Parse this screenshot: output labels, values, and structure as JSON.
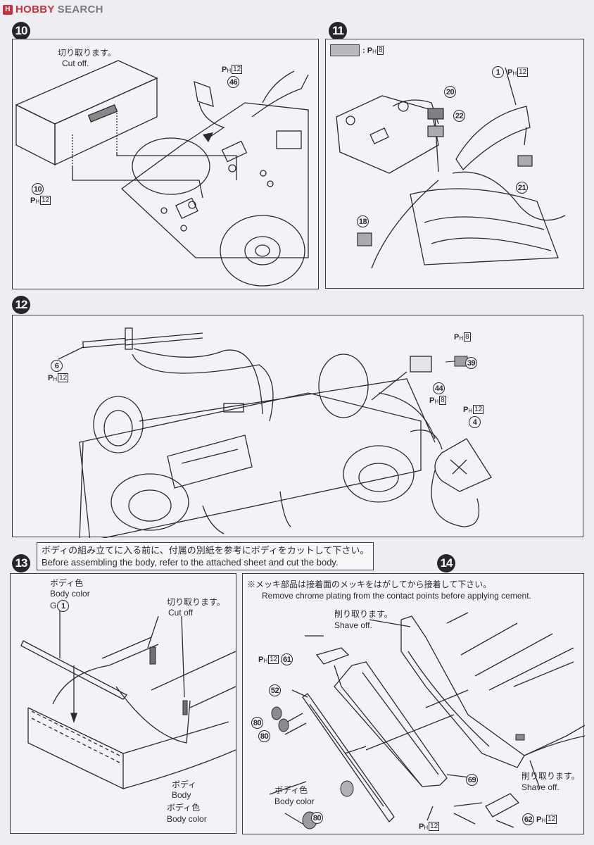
{
  "header": {
    "logo_mark": "H",
    "logo_brand": "HOBBY",
    "logo_site": "SEARCH"
  },
  "steps": {
    "s10": {
      "number": "10",
      "cut_note_jp": "切り取ります。",
      "cut_note_en": "Cut off.",
      "part_46": "46",
      "part_46_color": "12",
      "part_10": "10",
      "part_10_color": "12"
    },
    "s11": {
      "number": "11",
      "legend_color": "8",
      "part_1": "1",
      "part_1_color": "12",
      "part_20": "20",
      "part_22": "22",
      "part_21": "21",
      "part_18": "18"
    },
    "s12": {
      "number": "12",
      "part_6": "6",
      "part_6_color": "12",
      "part_39": "39",
      "part_39_color": "8",
      "part_44": "44",
      "part_44_color": "8",
      "part_4": "4",
      "part_4_color": "12"
    },
    "s13": {
      "number": "13",
      "note_jp": "ボディの組み立てに入る前に、付属の別紙を参考にボディをカットして下さい。",
      "note_en": "Before assembling the body, refer to the attached sheet and cut the body.",
      "body_color_jp_1": "ボディ色",
      "body_color_en_1": "Body color",
      "part_g_prefix": "G",
      "part_g1": "1",
      "cut_jp": "切り取ります。",
      "cut_en": "Cut off",
      "body_jp": "ボディ",
      "body_en": "Body",
      "body_color_jp_2": "ボディ色",
      "body_color_en_2": "Body color"
    },
    "s14": {
      "number": "14",
      "note_jp": "※メッキ部品は接着面のメッキをはがしてから接着して下さい。",
      "note_en": "Remove chrome plating from the contact points before applying cement.",
      "shave_jp_1": "削り取ります。",
      "shave_en_1": "Shave off.",
      "shave_jp_2": "削り取ります。",
      "shave_en_2": "Shave off.",
      "part_61": "61",
      "part_61_color": "12",
      "part_52": "52",
      "part_80a": "80",
      "part_80b": "80",
      "part_80c": "80",
      "part_69": "69",
      "part_69_color": "12",
      "part_62": "62",
      "part_62_color": "12",
      "body_color_jp": "ボディ色",
      "body_color_en": "Body color"
    }
  },
  "paint_code_prefix": "P",
  "paint_code_sub": "H"
}
